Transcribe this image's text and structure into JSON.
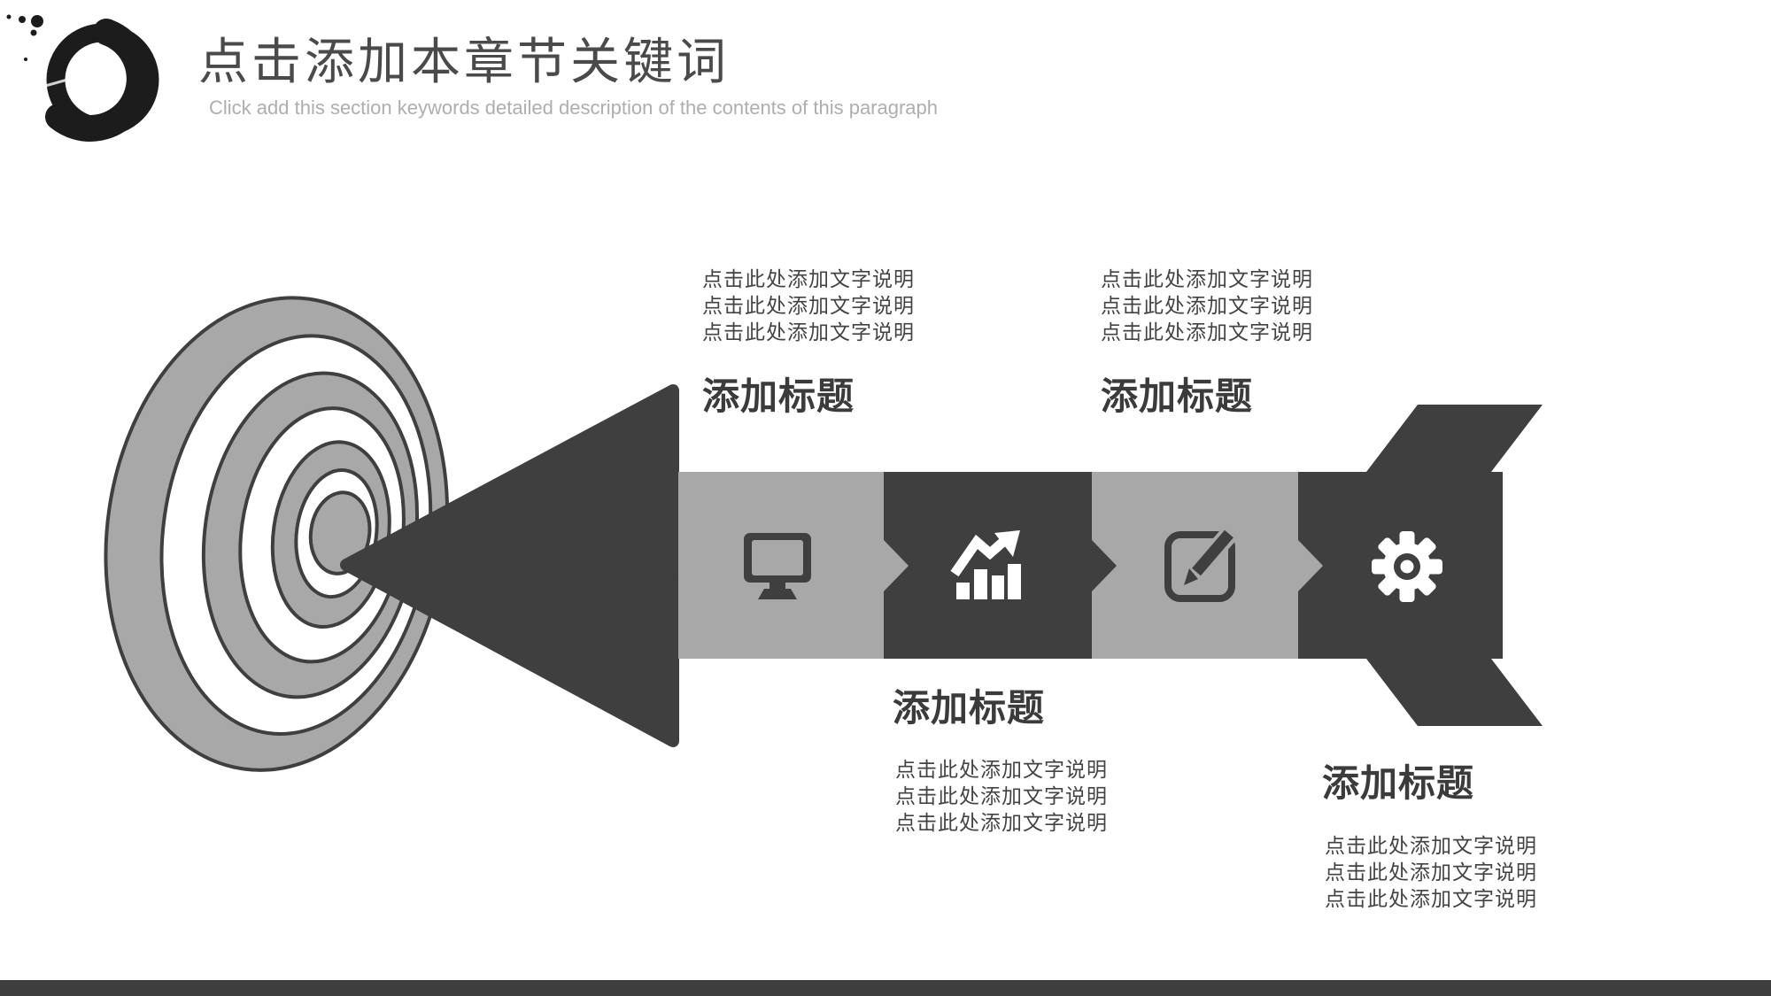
{
  "slide": {
    "header": {
      "title": "点击添加本章节关键词",
      "subtitle": "Click add this section keywords detailed description of the contents of this paragraph"
    },
    "callouts": [
      {
        "id": "top-1",
        "title": "添加标题",
        "lines": [
          "点击此处添加文字说明",
          "点击此处添加文字说明",
          "点击此处添加文字说明"
        ]
      },
      {
        "id": "top-2",
        "title": "添加标题",
        "lines": [
          "点击此处添加文字说明",
          "点击此处添加文字说明",
          "点击此处添加文字说明"
        ]
      },
      {
        "id": "bottom-1",
        "title": "添加标题",
        "lines": [
          "点击此处添加文字说明",
          "点击此处添加文字说明",
          "点击此处添加文字说明"
        ]
      },
      {
        "id": "bottom-2",
        "title": "添加标题",
        "lines": [
          "点击此处添加文字说明",
          "点击此处添加文字说明",
          "点击此处添加文字说明"
        ]
      }
    ],
    "process": {
      "steps": [
        {
          "icon": "monitor-icon"
        },
        {
          "icon": "growth-chart-icon"
        },
        {
          "icon": "edit-icon"
        },
        {
          "icon": "gear-icon"
        }
      ]
    },
    "colors": {
      "dark": "#3f3f3f",
      "gray": "#a8a8a8",
      "header_title": "#4a4a4a",
      "header_subtitle": "#aeaeae",
      "title_text": "#3b3b3b",
      "text": "#434343",
      "footer_bar": "#3e3e3e",
      "ink": "#1c1c1c"
    }
  }
}
